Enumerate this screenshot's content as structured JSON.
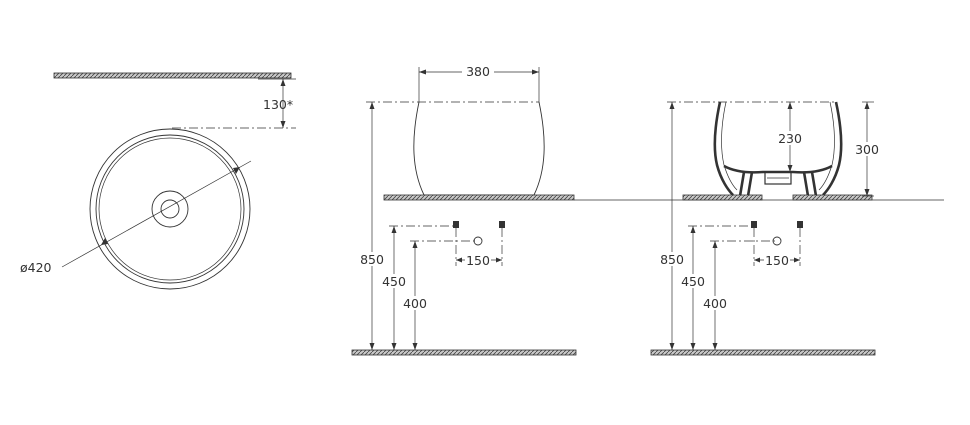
{
  "plan_view": {
    "counter_dimension": "130*",
    "diameter_label": "ø420"
  },
  "front_view": {
    "width_label": "380",
    "height_850": "850",
    "height_450": "450",
    "height_400": "400",
    "spacing_150": "150"
  },
  "section_view": {
    "inner_depth_label": "230",
    "overall_height_label": "300",
    "height_850": "850",
    "height_450": "450",
    "height_400": "400",
    "spacing_150": "150"
  }
}
